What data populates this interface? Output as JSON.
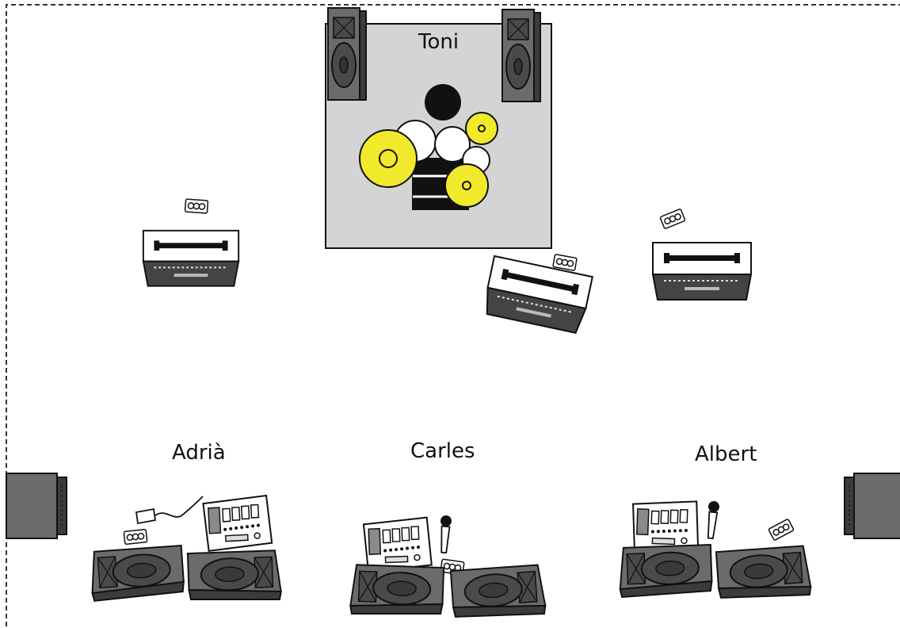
{
  "musicians": {
    "drummer": "Toni",
    "left": "Adrià",
    "center": "Carles",
    "right": "Albert"
  },
  "icons": {
    "power_strip": "power-strip-icon",
    "microphone": "microphone-icon",
    "amplifier": "guitar-amp-icon",
    "monitor": "floor-monitor-icon",
    "pa_speaker": "pa-speaker-icon",
    "pedalboard": "effects-pedalboard-icon",
    "drum_kit": "drum-kit-icon"
  },
  "colors": {
    "riser": "#d4d4d4",
    "cymbal": "#f1e92c",
    "speaker_gray": "#6b6b6b",
    "speaker_dark": "#3c3c3c",
    "border": "#333333"
  }
}
